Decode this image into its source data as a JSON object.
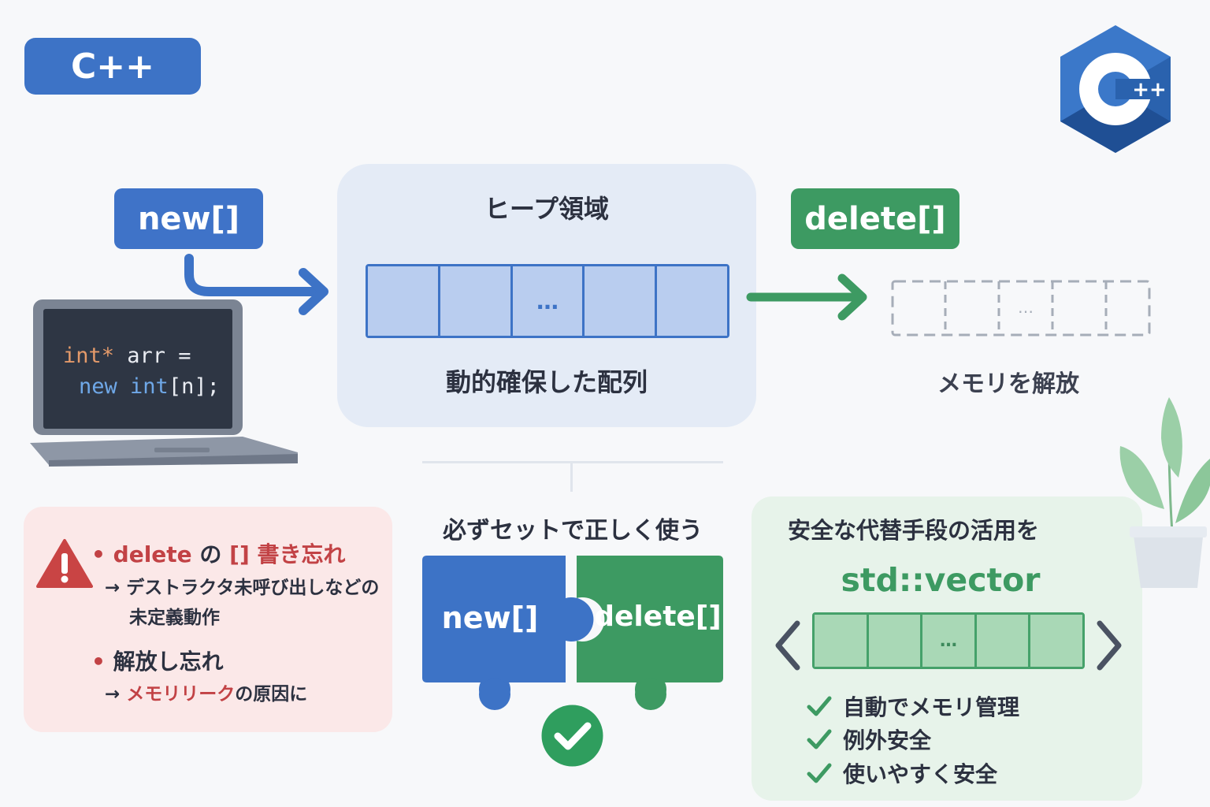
{
  "badge": {
    "label": "C++"
  },
  "logo": {
    "text": "++"
  },
  "new_tag": {
    "label": "new[]"
  },
  "delete_tag": {
    "label": "delete[]"
  },
  "code": {
    "line1_type": "int*",
    "line1_rest": " arr =",
    "line2_new": "new",
    "line2_type": "int",
    "line2_rest": "[n];"
  },
  "heap": {
    "title": "ヒープ領域",
    "ellipsis": "…",
    "caption": "動的確保した配列"
  },
  "freed": {
    "ellipsis": "…",
    "caption": "メモリを解放"
  },
  "warning": {
    "item1_word": "delete",
    "item1_no": " の ",
    "item1_brackets": "[]",
    "item1_tail": " 書き忘れ",
    "item1_detail_a": "→ デストラクタ未呼び出しなどの",
    "item1_detail_b": "未定義動作",
    "item2": "解放し忘れ",
    "item2_arrow": "→ ",
    "item2_red": "メモリリーク",
    "item2_tail": "の原因に"
  },
  "pair": {
    "title": "必ずセットで正しく使う",
    "left": "new[]",
    "right": "delete[]"
  },
  "safe": {
    "title": "安全な代替手段の活用を",
    "vector": "std::vector",
    "ellipsis": "…",
    "features": [
      "自動でメモリ管理",
      "例外安全",
      "使いやすく安全"
    ]
  },
  "colors": {
    "blue": "#3d73c6",
    "green": "#3d9a62",
    "red": "#c24245"
  },
  "icons": [
    "cpp-logo-icon",
    "laptop-icon",
    "warning-icon",
    "checkmark-icon",
    "chevron-left-icon",
    "chevron-right-icon",
    "plant-icon"
  ]
}
